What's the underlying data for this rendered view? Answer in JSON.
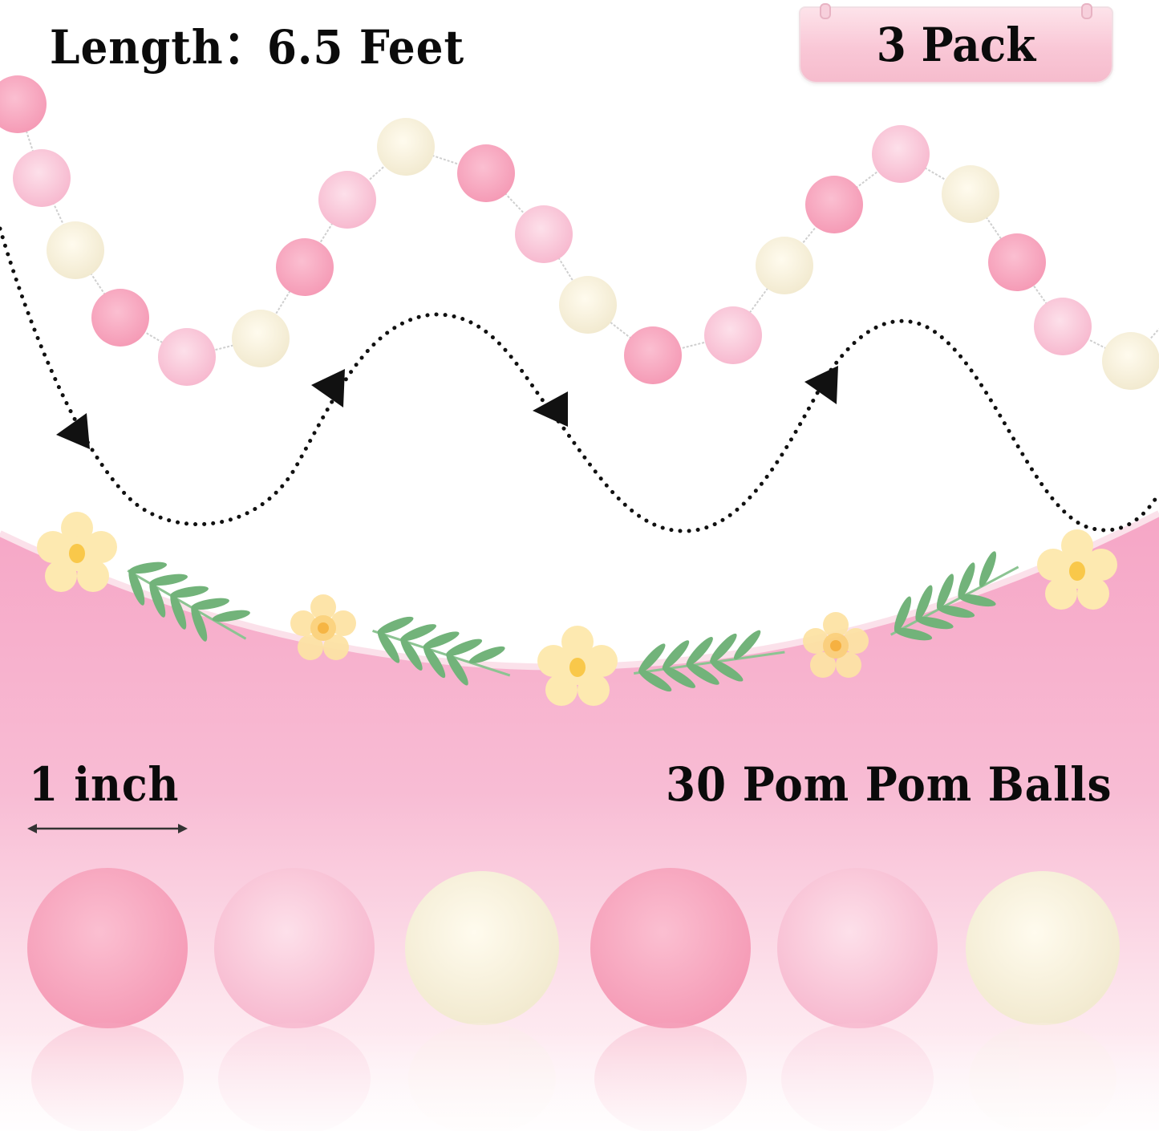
{
  "header": {
    "length_text": "Length：6.5 Feet",
    "pack_text": "3 Pack"
  },
  "specs": {
    "ball_size_text": "1 inch",
    "ball_count_text": "30 Pom Pom Balls"
  },
  "colors": {
    "pink": "#f7a9c0",
    "light_pink": "#f9c6d8",
    "cream": "#f6f0d9",
    "background_pink": "#f6aac8",
    "flower_yellow": "#fde9b0",
    "flower_center": "#f9c84a",
    "leaf_green": "#72b37a",
    "dotted_path": "#111111"
  },
  "sample_balls": [
    "pink",
    "light_pink",
    "cream",
    "pink",
    "light_pink",
    "cream"
  ]
}
